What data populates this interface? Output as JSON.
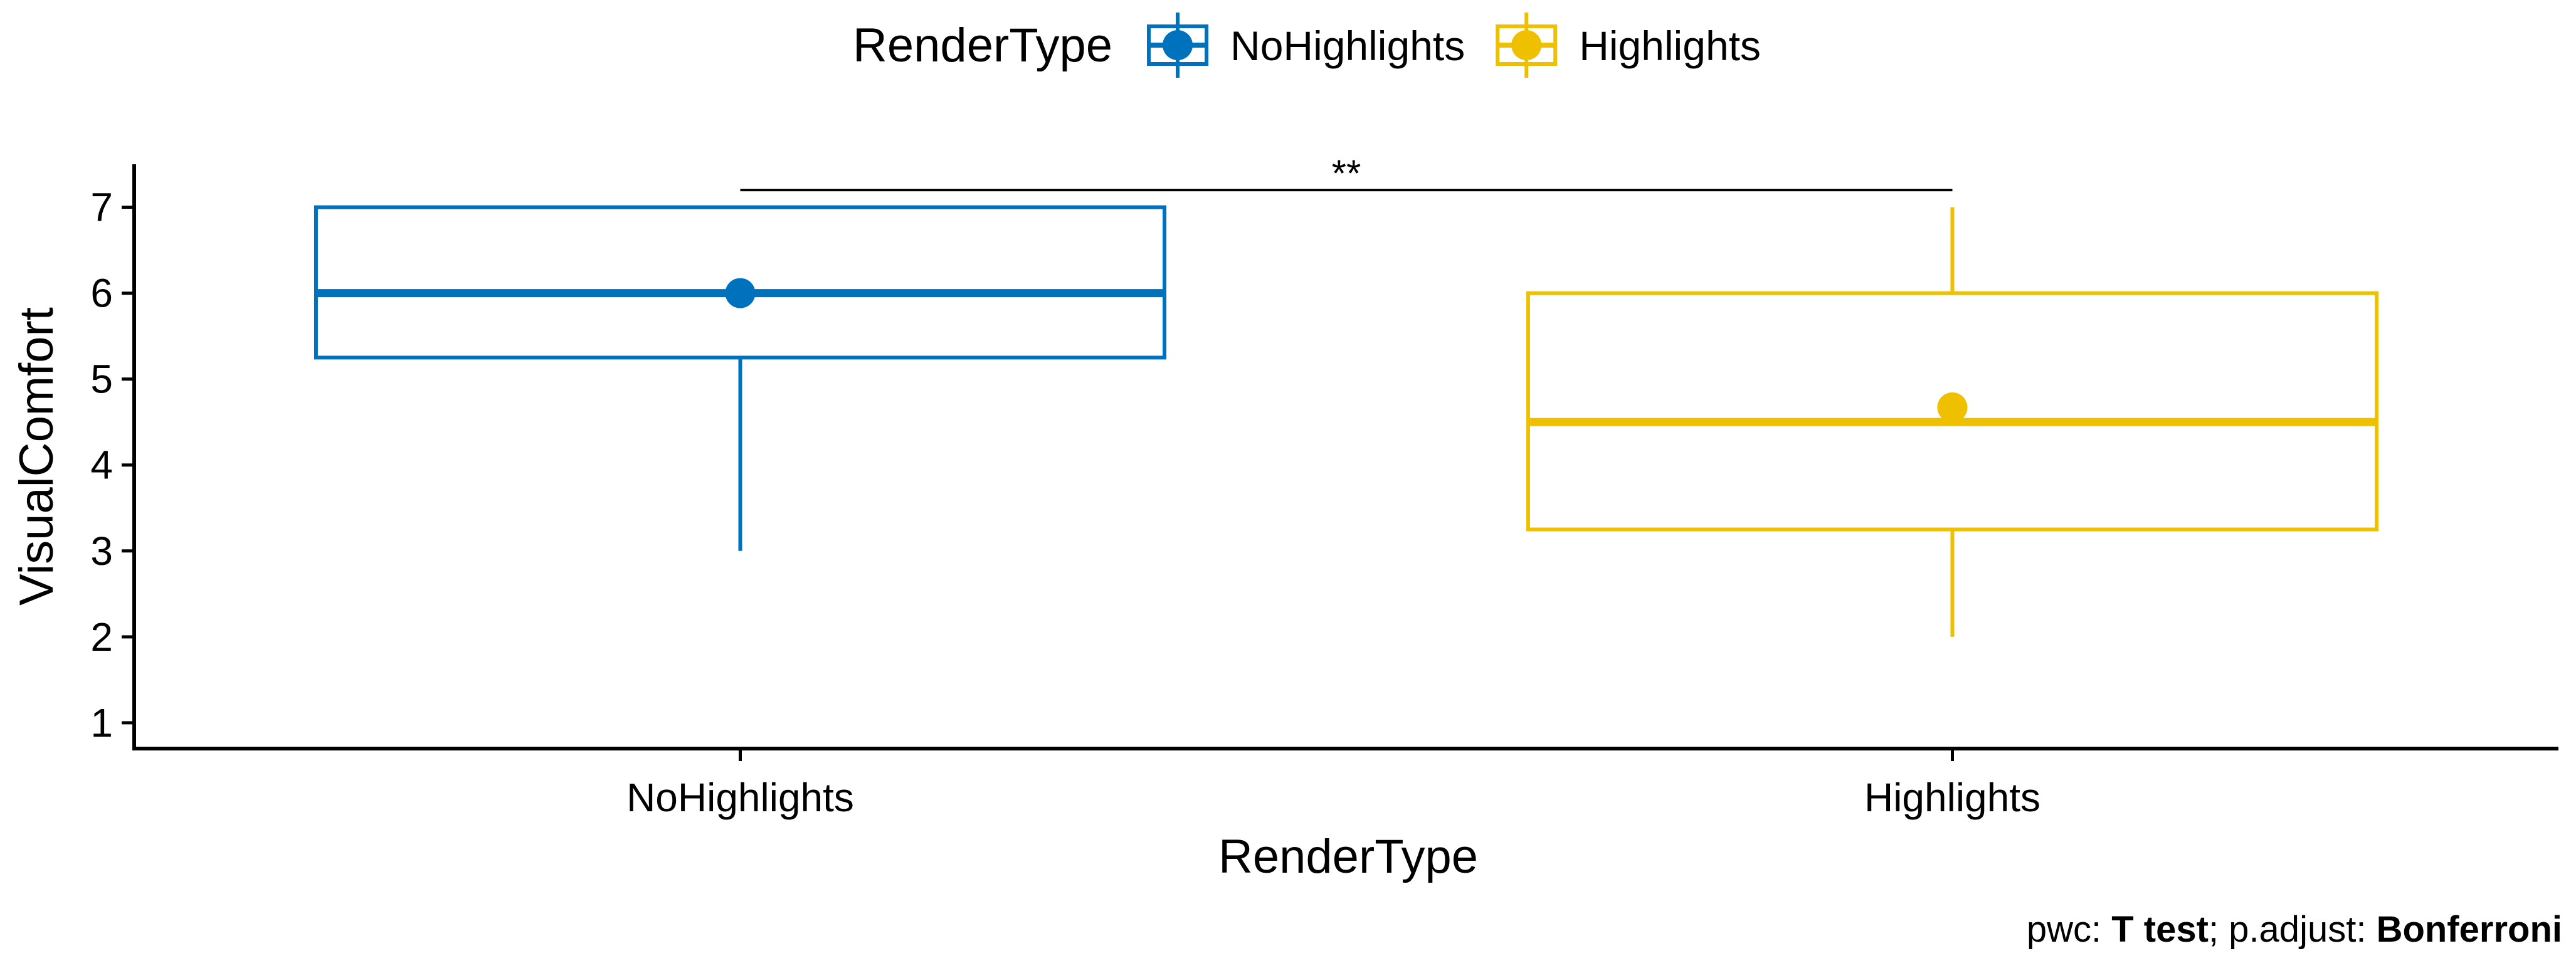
{
  "chart_data": {
    "type": "box",
    "xlabel": "RenderType",
    "ylabel": "VisualComfort",
    "ylim": [
      0.7,
      7.5
    ],
    "yticks": [
      1,
      2,
      3,
      4,
      5,
      6,
      7
    ],
    "grid": false,
    "legend": {
      "title": "RenderType",
      "position": "top",
      "entries": [
        "NoHighlights",
        "Highlights"
      ]
    },
    "categories": [
      "NoHighlights",
      "Highlights"
    ],
    "series": [
      {
        "name": "NoHighlights",
        "color": "#0072BD",
        "whisker_low": 3,
        "q1": 5.25,
        "median": 6,
        "q3": 7,
        "whisker_high": 7,
        "mean": 6
      },
      {
        "name": "Highlights",
        "color": "#EFC000",
        "whisker_low": 2,
        "q1": 3.25,
        "median": 4.5,
        "q3": 6,
        "whisker_high": 7,
        "mean": 4.67
      }
    ],
    "significance": {
      "from": "NoHighlights",
      "to": "Highlights",
      "y": 7.2,
      "label": "**"
    },
    "caption": {
      "parts": [
        {
          "text": "pwc: ",
          "bold": false
        },
        {
          "text": "T test",
          "bold": true
        },
        {
          "text": "; p.adjust: ",
          "bold": false
        },
        {
          "text": "Bonferroni",
          "bold": true
        }
      ]
    }
  }
}
